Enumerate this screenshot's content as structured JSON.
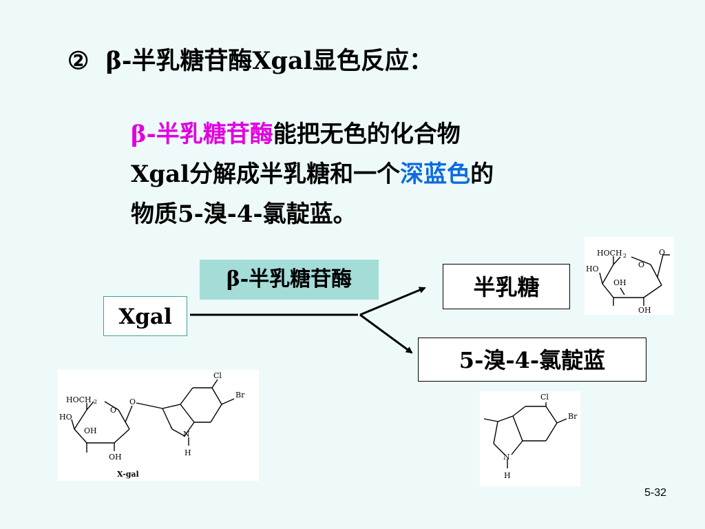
{
  "heading": {
    "number": "②",
    "title": "β-半乳糖苷酶Xgal显色反应："
  },
  "paragraph": {
    "line1_enzyme": "β-半乳糖苷酶",
    "line1_rest": "能把无色的化合物",
    "line2_start": "Xgal分解成半乳糖和一个",
    "line2_color": "深蓝色",
    "line2_end": "的",
    "line3": "物质5-溴-4-氯靛蓝。"
  },
  "diagram": {
    "enzyme_label": "β-半乳糖苷酶",
    "substrate_label": "Xgal",
    "product1_label": "半乳糖",
    "product2_label": "5-溴-4-氯靛蓝"
  },
  "structures": {
    "galactose": {
      "hoch2": "HOCH",
      "sub2": "2",
      "o_ring": "O",
      "o_link": "O",
      "ho": "HO",
      "oh_inner": "OH",
      "oh_bottom": "OH"
    },
    "xgal": {
      "hoch2": "HOCH",
      "sub2": "2",
      "o_ring": "O",
      "o_link": "O",
      "ho": "HO",
      "oh_inner": "OH",
      "oh_bottom": "OH",
      "cl": "Cl",
      "br": "Br",
      "n": "N",
      "h": "H",
      "caption": "X-gal"
    },
    "indole": {
      "cl": "Cl",
      "br": "Br",
      "n": "N",
      "h": "H"
    }
  },
  "colors": {
    "background": "#eefaf9",
    "enzyme_highlight": "#e000e0",
    "color_word": "#0c6be0",
    "enzyme_box": "#a4dcd8"
  },
  "page_number": "5-32"
}
